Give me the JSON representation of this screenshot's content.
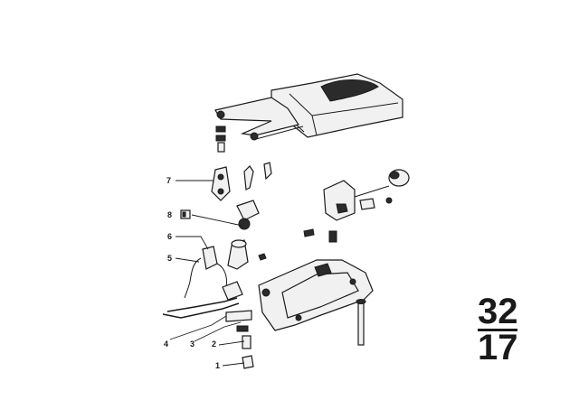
{
  "diagram": {
    "callouts": {
      "c1": "1",
      "c2": "2",
      "c3": "3",
      "c4": "4",
      "c5": "5",
      "c6": "6",
      "c7": "7",
      "c8": "8"
    },
    "page_number": {
      "top": "32",
      "bottom": "17"
    }
  }
}
